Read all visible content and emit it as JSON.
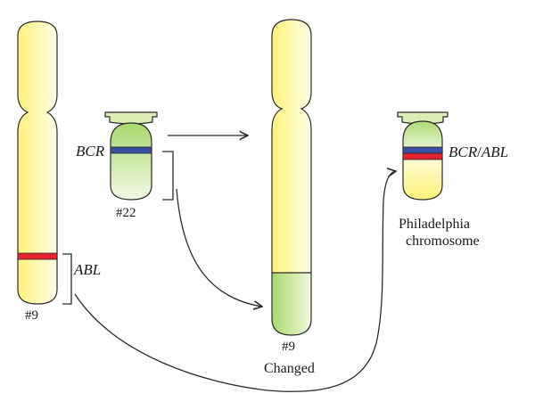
{
  "labels": {
    "bcr": "BCR",
    "abl": "ABL",
    "chr22": "#22",
    "chr9_left": "#9",
    "chr9_mid": "#9",
    "changed": "Changed",
    "fusion_bcr": "BCR",
    "fusion_slash": "/",
    "fusion_abl": "ABL",
    "philadelphia_line1": "Philadelphia",
    "philadelphia_line2": "chromosome"
  },
  "colors": {
    "yellow": "#FFF176",
    "yellow_light": "#FFFDE0",
    "green": "#A9D86E",
    "green_light": "#F1F8DF",
    "bcr_band": "#3A4FA3",
    "abl_band": "#E32330",
    "stroke": "#2a2a2a"
  }
}
